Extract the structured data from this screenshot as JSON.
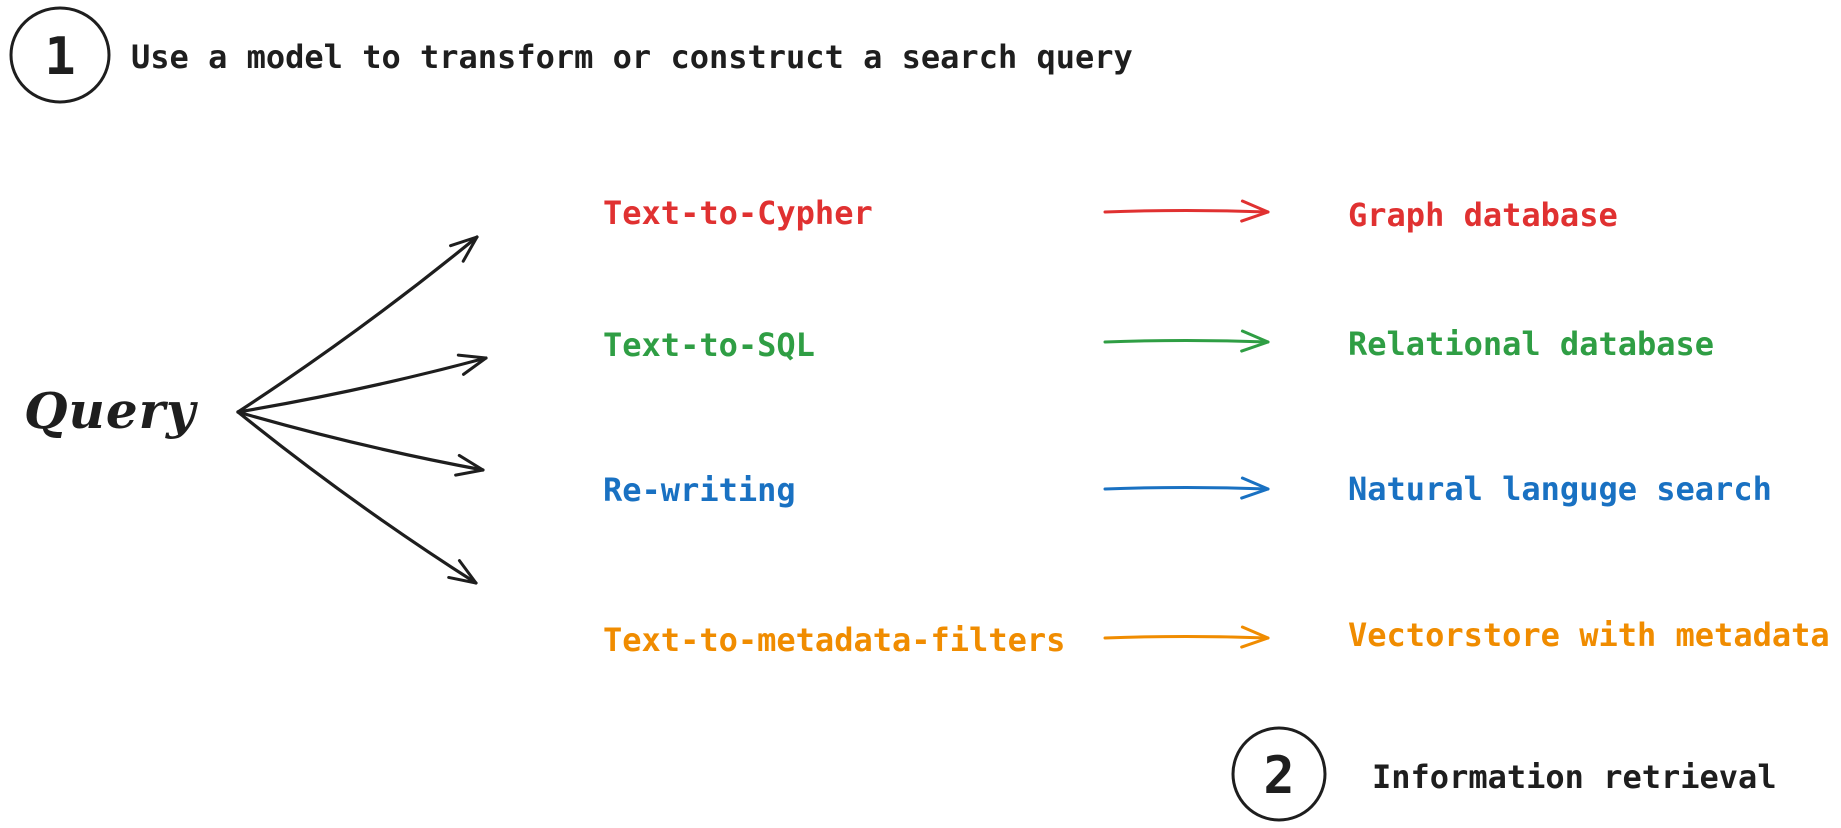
{
  "colors": {
    "ink": "#1e1e1e",
    "red": "#e03131",
    "green": "#2f9e44",
    "blue": "#1971c2",
    "orange": "#f08c00",
    "background": "#ffffff"
  },
  "steps": [
    {
      "number": "1",
      "label": "Use a model to transform or construct a search query"
    },
    {
      "number": "2",
      "label": "Information retrieval"
    }
  ],
  "query_node": {
    "label": "Query"
  },
  "rows": [
    {
      "method": "Text-to-Cypher",
      "target": "Graph database",
      "color": "#e03131",
      "color_name": "red"
    },
    {
      "method": "Text-to-SQL",
      "target": "Relational database",
      "color": "#2f9e44",
      "color_name": "green"
    },
    {
      "method": "Re-writing",
      "target": "Natural languge search",
      "color": "#1971c2",
      "color_name": "blue"
    },
    {
      "method": "Text-to-metadata-filters",
      "target": "Vectorstore with metadata",
      "color": "#f08c00",
      "color_name": "orange"
    }
  ]
}
